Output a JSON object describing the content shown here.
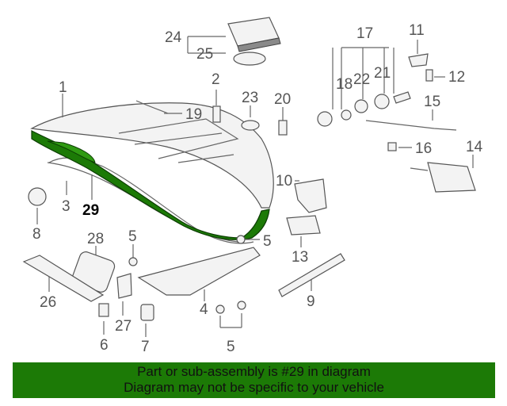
{
  "callouts": {
    "c1": "1",
    "c2": "2",
    "c3": "3",
    "c4": "4",
    "c5a": "5",
    "c5b": "5",
    "c5c": "5",
    "c6": "6",
    "c7": "7",
    "c8": "8",
    "c9": "9",
    "c10": "10",
    "c11": "11",
    "c12": "12",
    "c13": "13",
    "c14": "14",
    "c15": "15",
    "c16": "16",
    "c17": "17",
    "c18": "18",
    "c19": "19",
    "c20": "20",
    "c21": "21",
    "c22": "22",
    "c23": "23",
    "c24": "24",
    "c25": "25",
    "c26": "26",
    "c27": "27",
    "c28": "28",
    "c29": "29"
  },
  "highlight_color": "#1c7a06",
  "banner": {
    "line1": "Part or sub-assembly is #29 in diagram",
    "line2": "Diagram may not be specific to your vehicle"
  }
}
